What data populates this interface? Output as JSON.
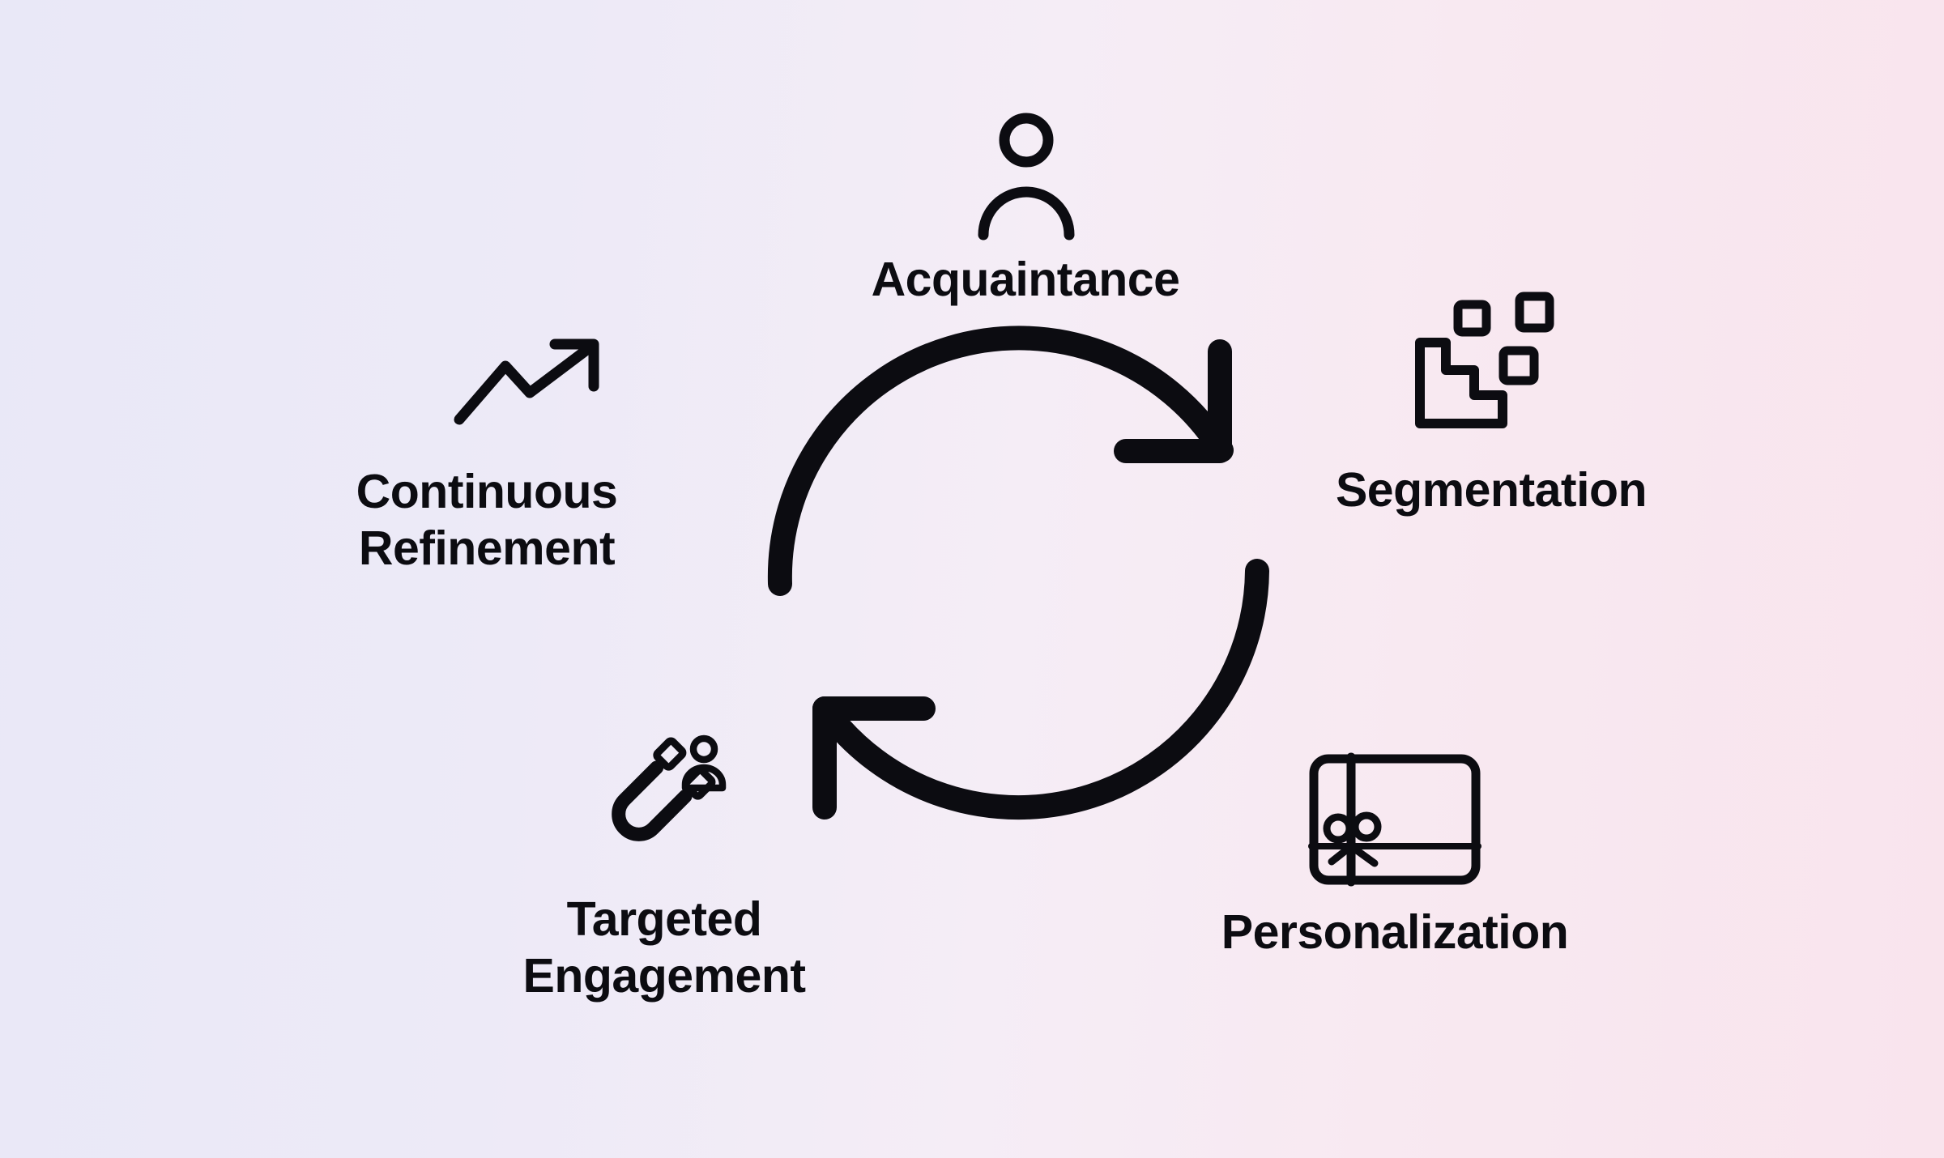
{
  "diagram": {
    "type": "cycle",
    "center_icon": "cycle-arrows",
    "stages": [
      {
        "id": "acquaintance",
        "label": "Acquaintance",
        "icon": "person-icon",
        "position": "top"
      },
      {
        "id": "segmentation",
        "label": "Segmentation",
        "icon": "pixel-blocks-icon",
        "position": "right"
      },
      {
        "id": "personalization",
        "label": "Personalization",
        "icon": "gift-card-icon",
        "position": "bottom-right"
      },
      {
        "id": "targeted-engagement",
        "label": "Targeted\nEngagement",
        "icon": "magnet-user-icon",
        "position": "bottom-left"
      },
      {
        "id": "continuous-refinement",
        "label": "Continuous\nRefinement",
        "icon": "trending-up-icon",
        "position": "left"
      }
    ],
    "colors": {
      "ink": "#0c0c11",
      "bg_left": "#e9e8f7",
      "bg_center": "#f5edf6",
      "bg_right": "#f9e4ed"
    }
  }
}
